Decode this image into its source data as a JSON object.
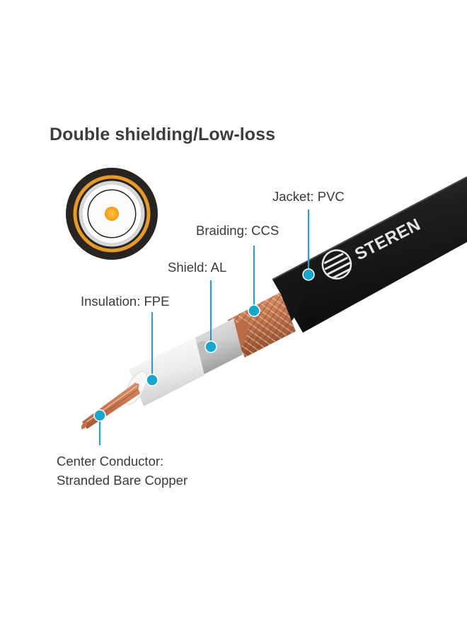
{
  "title": "Double shielding/Low-loss",
  "brand_logo": "STEREN",
  "labels": {
    "jacket": "Jacket: PVC",
    "braiding": "Braiding: CCS",
    "shield": "Shield: AL",
    "insulation": "Insulation: FPE",
    "center_line1": "Center Conductor:",
    "center_line2": "Stranded Bare Copper"
  },
  "colors": {
    "accent": "#1aa6cc",
    "jacket": "#1e1e1e",
    "copper": "#c8805a",
    "foil": "#c9c9c9",
    "insulation": "#f2f2f2"
  },
  "icons": [
    "cross-section-icon",
    "steren-logo-icon"
  ]
}
